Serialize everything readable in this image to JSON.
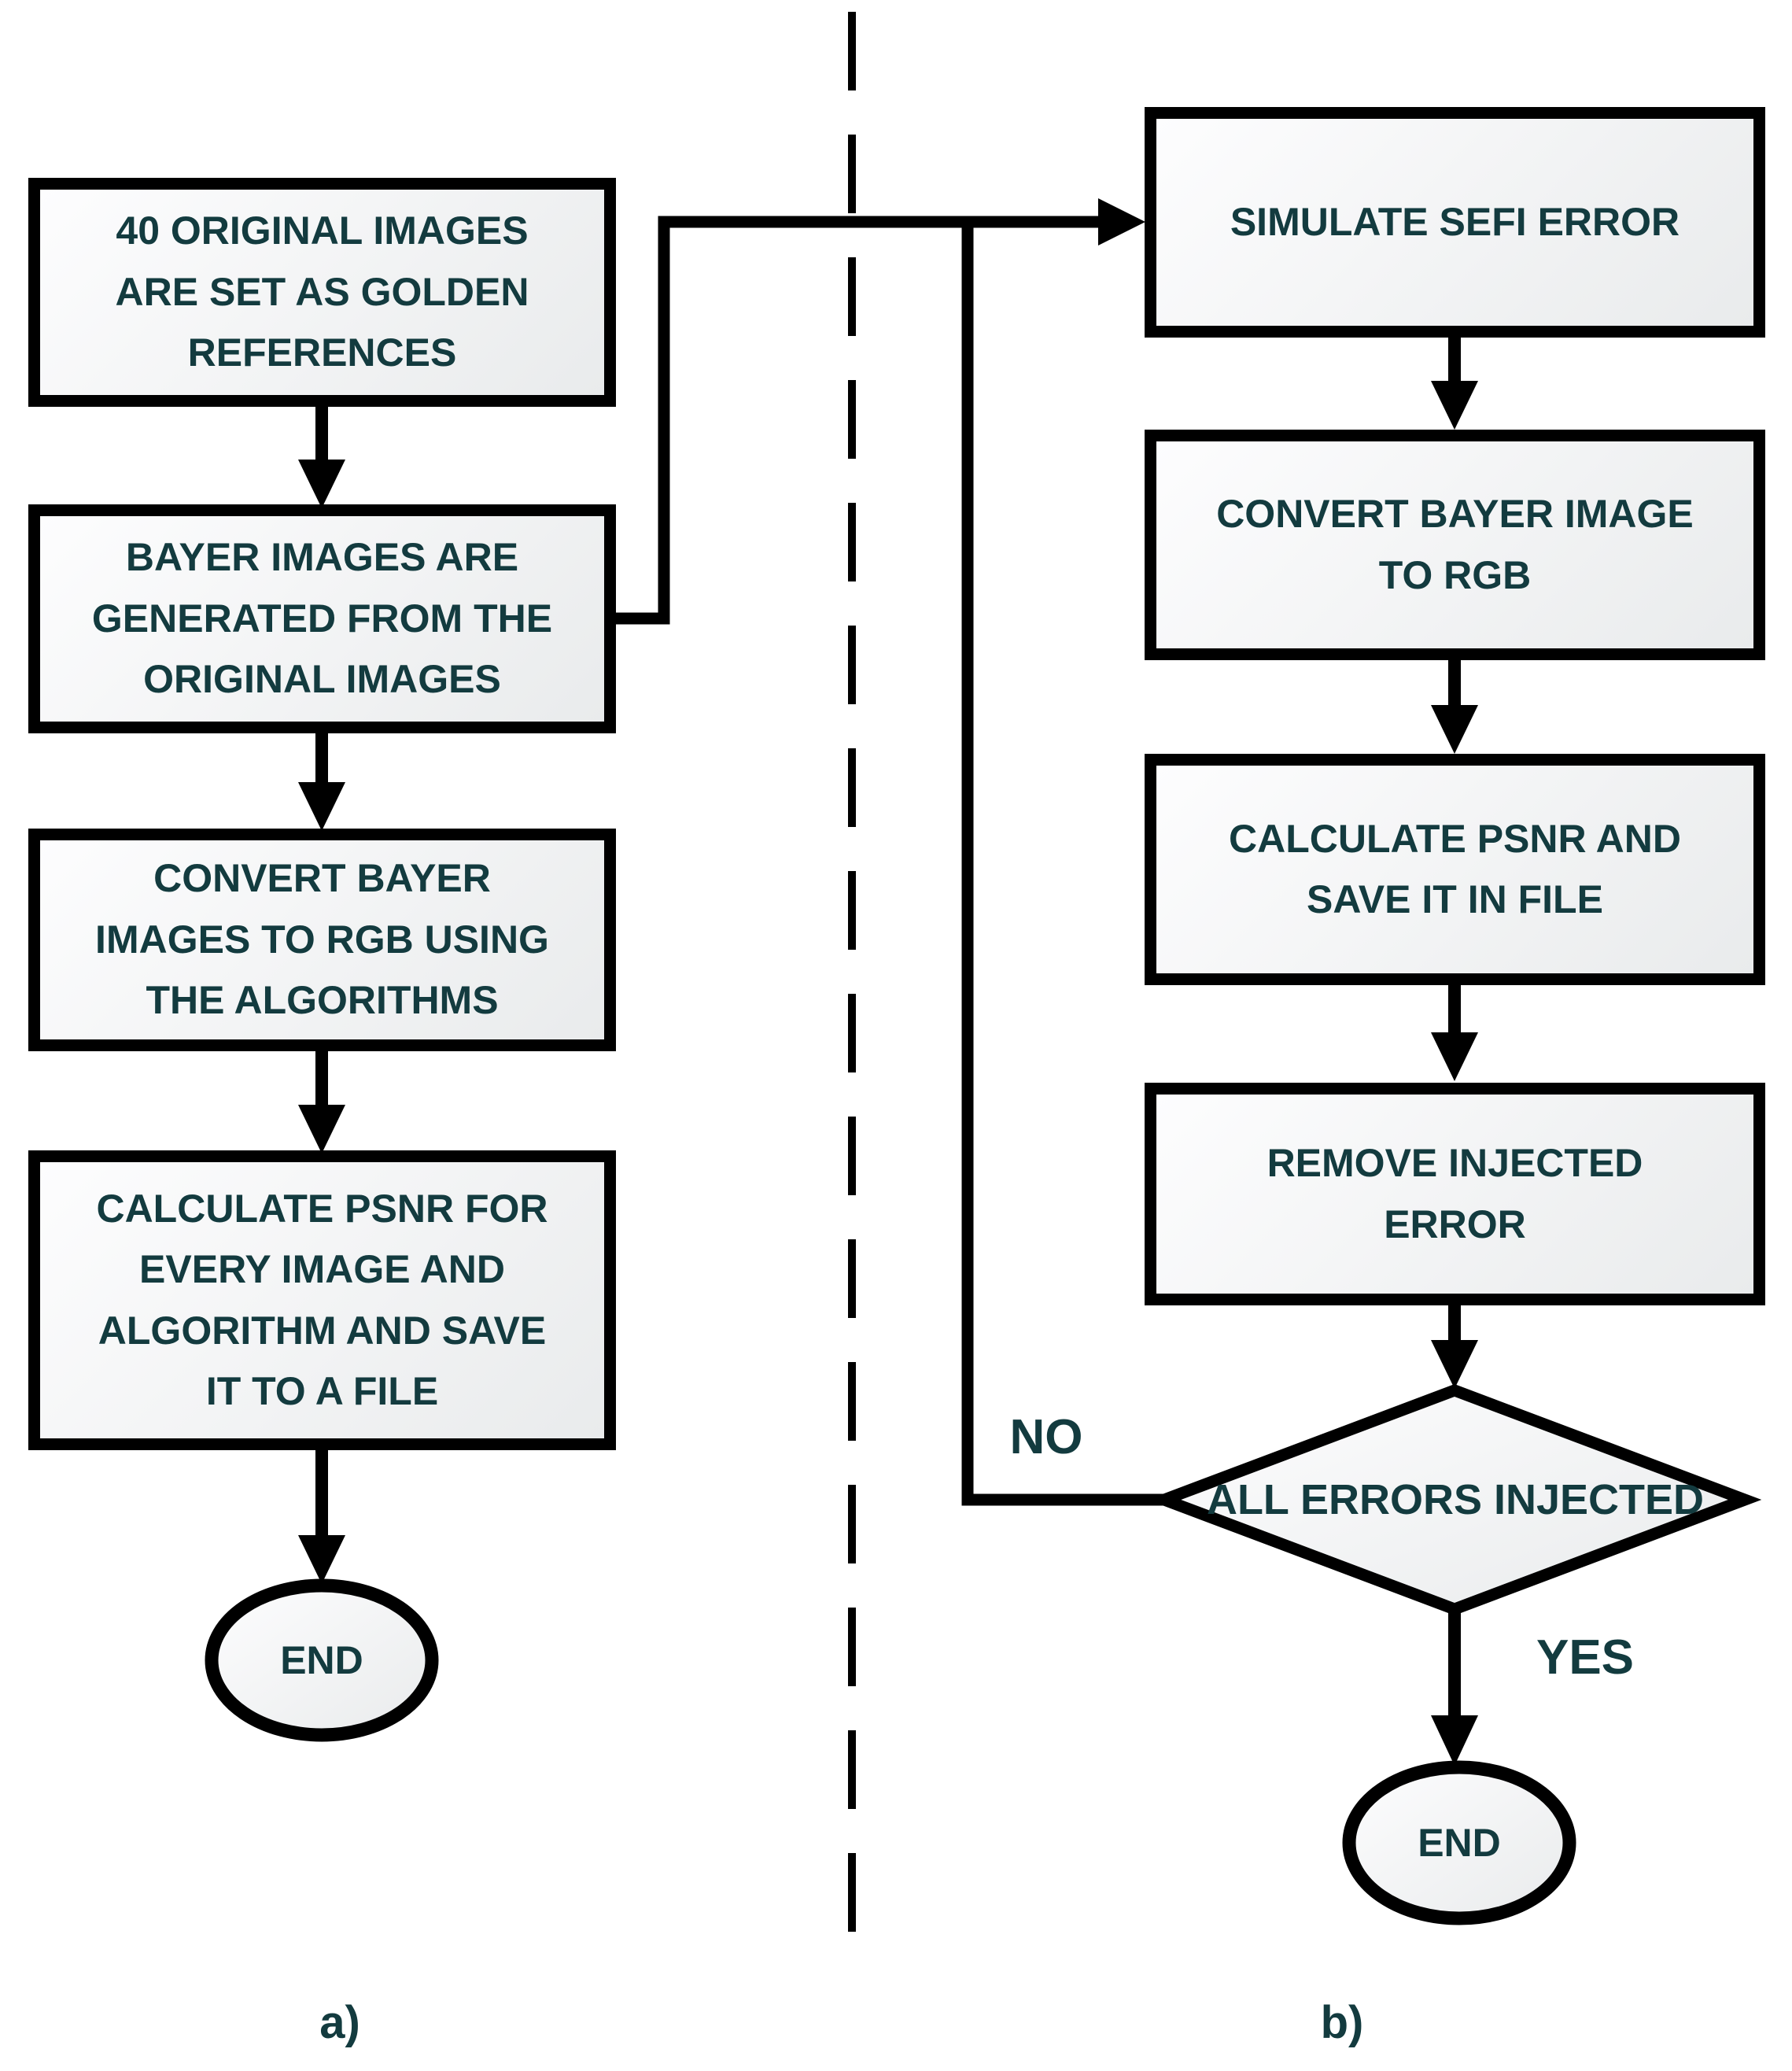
{
  "figure": {
    "colors": {
      "text": "#133B3F",
      "line": "#000000",
      "shape_fill_start": "#FDFDFE",
      "shape_fill_end": "#E9EBEC"
    },
    "panel_a": {
      "caption": "a)",
      "steps": [
        "40 ORIGINAL IMAGES ARE SET AS GOLDEN REFERENCES",
        "BAYER IMAGES ARE GENERATED FROM THE ORIGINAL IMAGES",
        "CONVERT BAYER IMAGES TO RGB  USING THE ALGORITHMS",
        "CALCULATE PSNR FOR EVERY IMAGE AND ALGORITHM AND SAVE IT TO A FILE"
      ],
      "end_label": "END"
    },
    "panel_b": {
      "caption": "b)",
      "steps": [
        "SIMULATE SEFI ERROR",
        "CONVERT BAYER IMAGE TO RGB",
        "CALCULATE PSNR AND SAVE IT IN FILE",
        "REMOVE INJECTED ERROR"
      ],
      "decision_label": "ALL ERRORS INJECTED",
      "no_label": "NO",
      "yes_label": "YES",
      "end_label": "END"
    }
  }
}
